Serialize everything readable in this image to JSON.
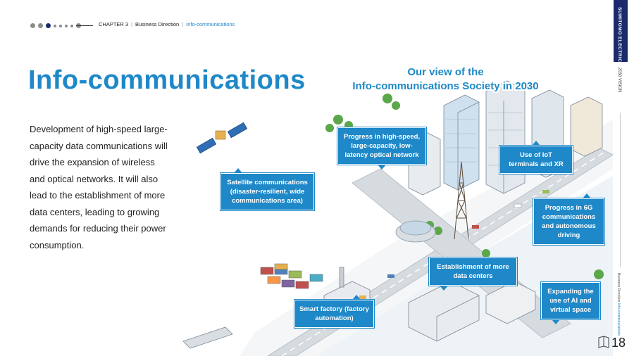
{
  "header": {
    "chapter": "CHAPTER 3",
    "section": "Business Direction",
    "current": "Info-communications",
    "dots_active_index": 2
  },
  "side": {
    "brand": "SUMITOMO ELECTRIC",
    "vision": "2030 VISION",
    "small_label": "Business Direction",
    "small_highlight": "Info-communications"
  },
  "title": "Info-communications",
  "body": "Development of high-speed large-capacity data communications will drive the expansion of wireless and optical networks. It will also lead to the establishment of more data centers, leading to growing demands for reducing their power consumption.",
  "illustration": {
    "subtitle_line1": "Our view of the",
    "subtitle_line2": "Info-communications Society in 2030",
    "callouts": {
      "optical": "Progress in high-speed, large-capacity, low-latency optical network",
      "iot": "Use of IoT terminals and XR",
      "satellite": "Satellite communications (disaster-resilient, wide communications area)",
      "sixg": "Progress in 6G communications and autonomous driving",
      "datacenters": "Establishment of more data centers",
      "ai": "Expanding the use of AI and virtual space",
      "factory": "Smart factory (factory automation)"
    }
  },
  "page_number": "18",
  "colors": {
    "accent": "#1e88c8",
    "navy": "#1a2a6c",
    "callout_bg": "#1e88c8"
  }
}
